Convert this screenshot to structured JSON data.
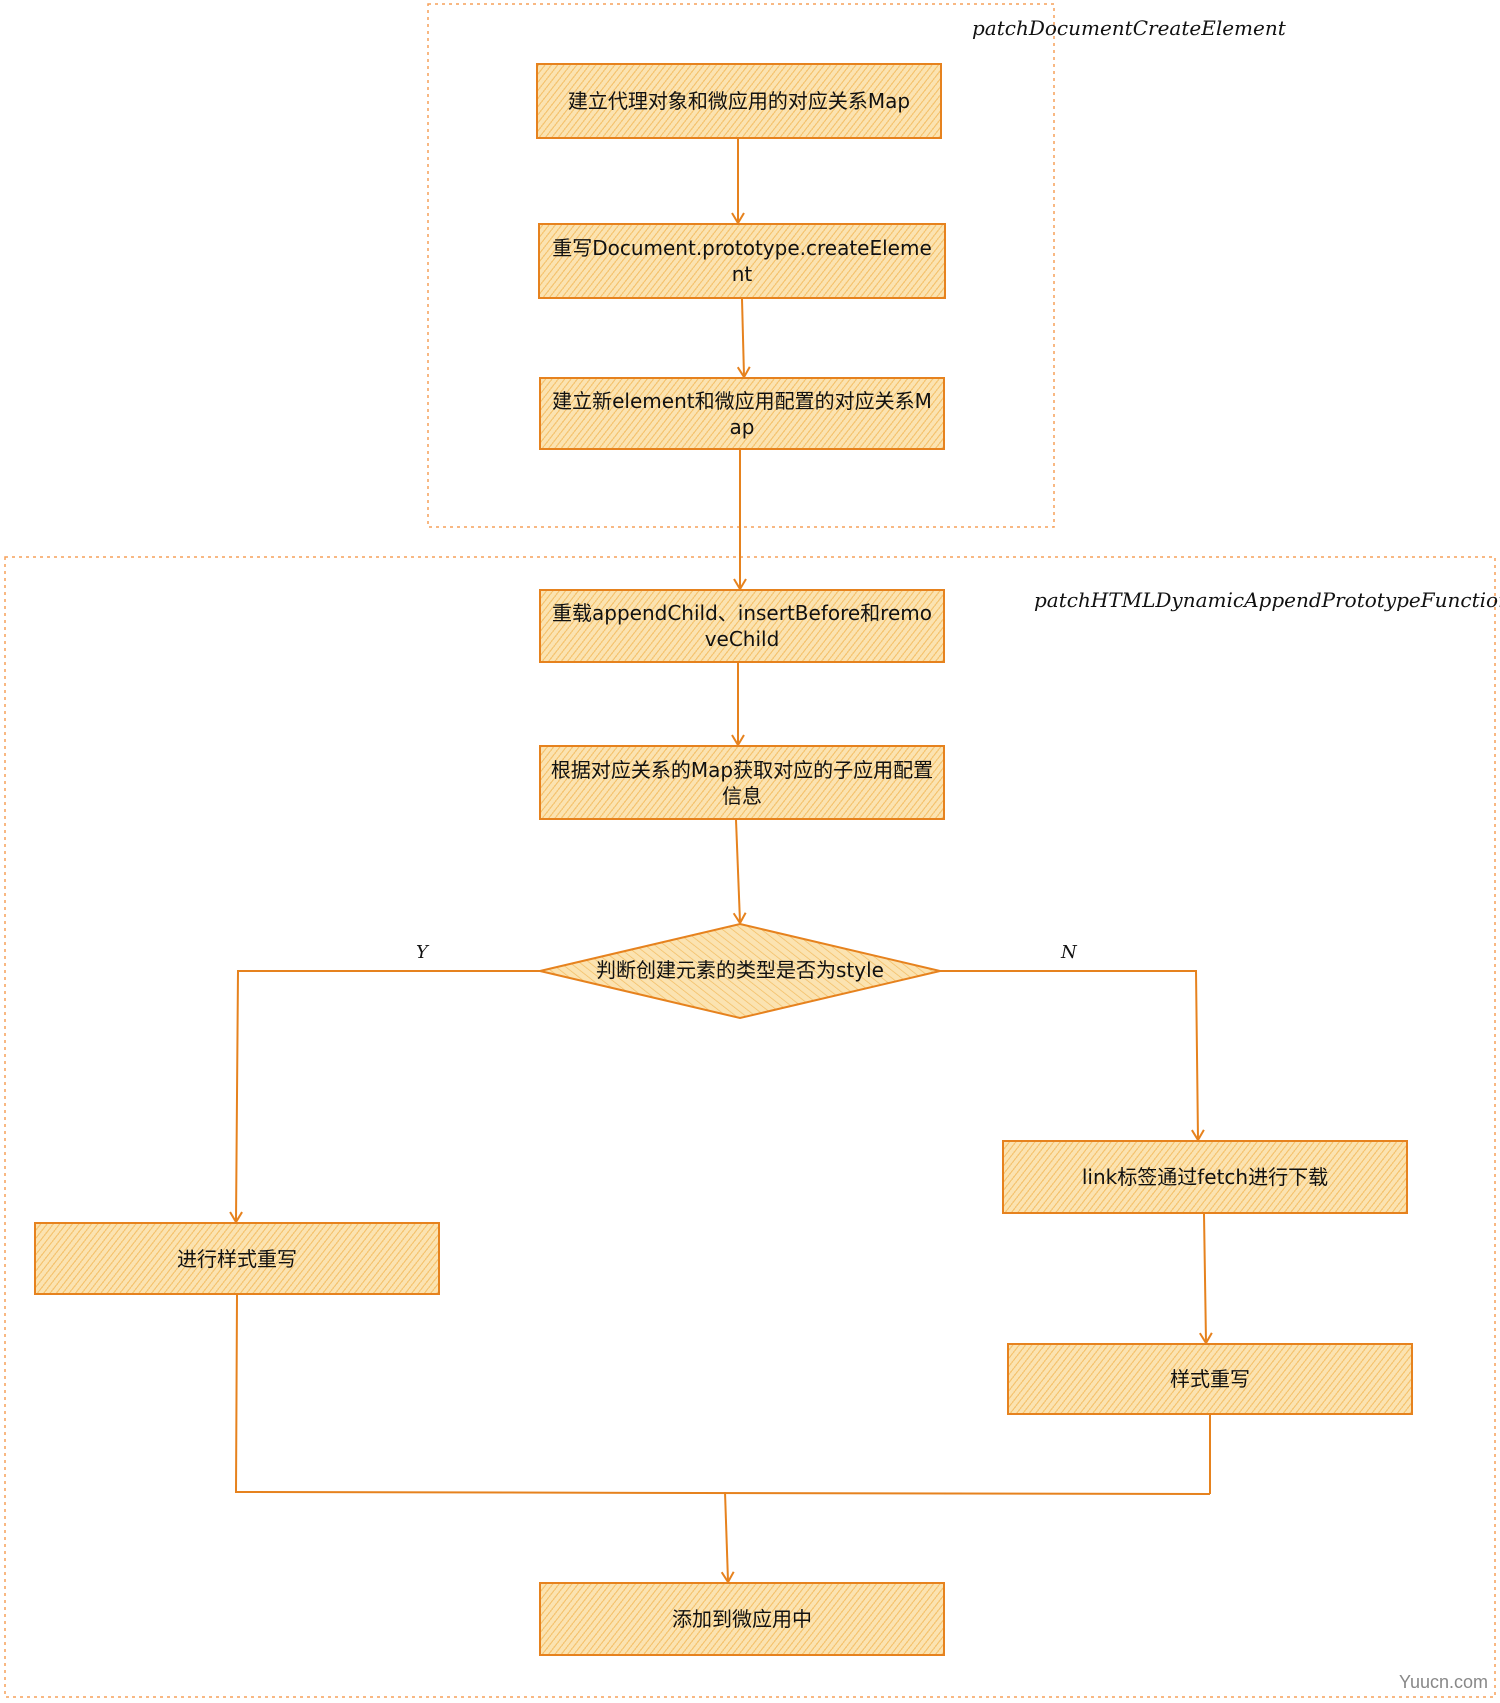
{
  "groups": {
    "top_label": "patchDocumentCreateElement",
    "bottom_label": "patchHTMLDynamicAppendPrototypeFunctions"
  },
  "nodes": {
    "n1": "建立代理对象和微应用的对应关系Map",
    "n2": "重写Document.prototype.createElement",
    "n3": "建立新element和微应用配置的对应关系Map",
    "n4": "重载appendChild、insertBefore和removeChild",
    "n5": "根据对应关系的Map获取对应的子应用配置信息",
    "decision": "判断创建元素的类型是否为style",
    "left": "进行样式重写",
    "right1": "link标签通过fetch进行下载",
    "right2": "样式重写",
    "final": "添加到微应用中"
  },
  "branches": {
    "yes": "Y",
    "no": "N"
  },
  "watermark": "Yuucn.com",
  "colors": {
    "stroke": "#e6821e",
    "fill": "#fbe3b1",
    "hatch": "#f0aa3c",
    "group_border": "#f5a05a"
  }
}
